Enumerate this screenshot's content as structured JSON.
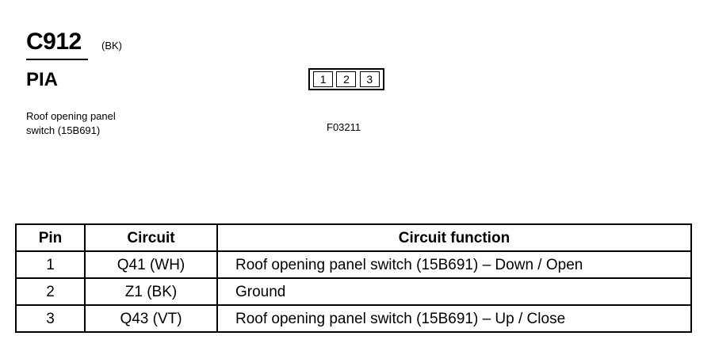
{
  "connector": {
    "id": "C912",
    "color": "(BK)",
    "family": "PIA",
    "description_lines": [
      "Roof opening panel",
      "switch (15B691)"
    ],
    "figure_code": "F03211",
    "pins": [
      "1",
      "2",
      "3"
    ]
  },
  "table": {
    "headers": [
      "Pin",
      "Circuit",
      "Circuit function"
    ],
    "rows": [
      {
        "pin": "1",
        "circuit": "Q41 (WH)",
        "function": "Roof opening panel switch (15B691) – Down / Open"
      },
      {
        "pin": "2",
        "circuit": "Z1 (BK)",
        "function": "Ground"
      },
      {
        "pin": "3",
        "circuit": "Q43 (VT)",
        "function": "Roof opening panel switch (15B691) – Up / Close"
      }
    ]
  }
}
